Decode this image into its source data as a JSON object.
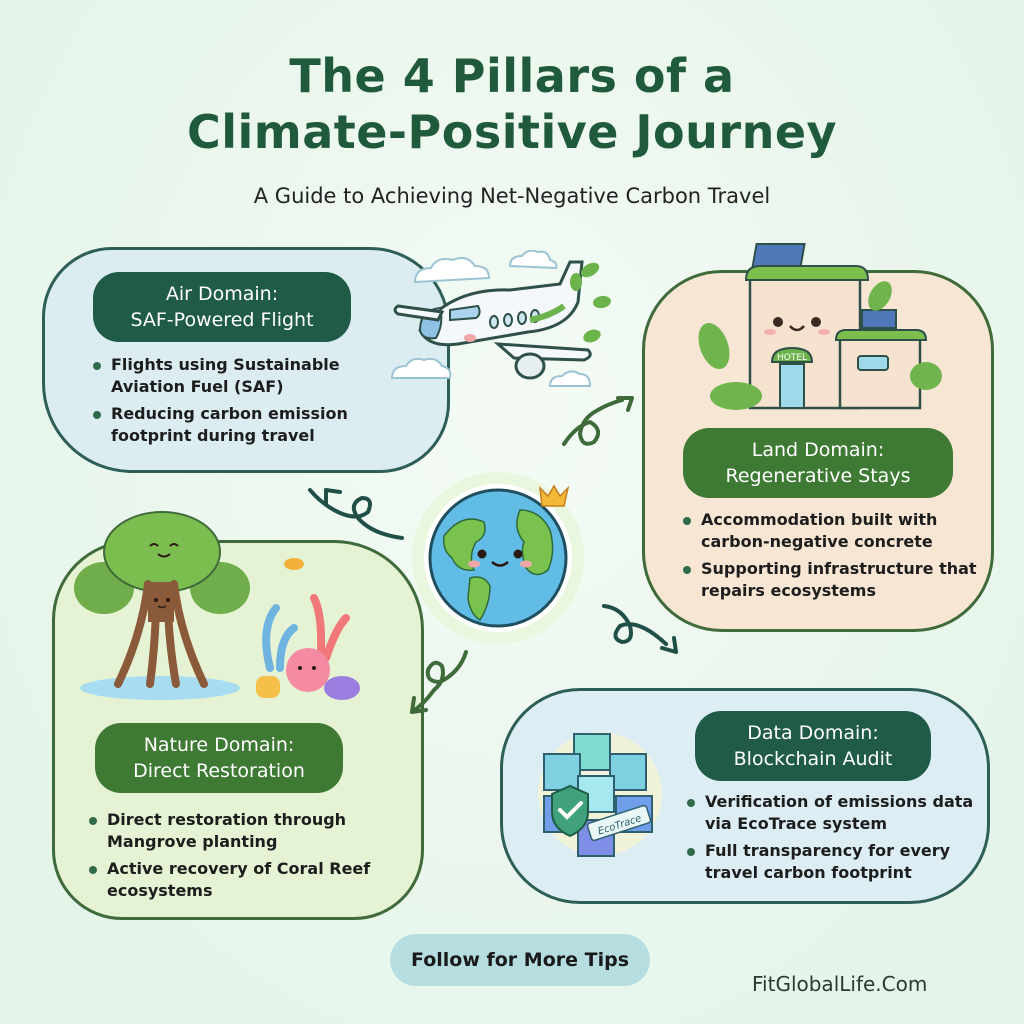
{
  "header": {
    "title_line1": "The 4 Pillars of a",
    "title_line2": "Climate-Positive Journey",
    "subtitle": "A Guide to Achieving Net-Negative Carbon Travel"
  },
  "center": {
    "icon": "smiling-earth-globe-with-crown"
  },
  "pillars": [
    {
      "id": "air",
      "title_line1": "Air Domain:",
      "title_line2": "SAF-Powered Flight",
      "bullets": [
        "Flights using Sustainable Aviation Fuel (SAF)",
        "Reducing carbon emission footprint during travel"
      ],
      "illustration": "airplane-with-leaves-and-clouds",
      "color": "#dcedf2"
    },
    {
      "id": "land",
      "title_line1": "Land Domain:",
      "title_line2": "Regenerative Stays",
      "bullets": [
        "Accommodation built with carbon-negative concrete",
        "Supporting infrastructure that repairs ecosystems"
      ],
      "illustration": "green-hotel-with-solar-panels",
      "sign_text": "HOTEL",
      "color": "#f7e6d4"
    },
    {
      "id": "nature",
      "title_line1": "Nature Domain:",
      "title_line2": "Direct Restoration",
      "bullets": [
        "Direct restoration through Mangrove planting",
        "Active recovery of Coral Reef ecosystems"
      ],
      "illustration": "mangrove-trees-and-coral-reef",
      "color": "#e5f2d4"
    },
    {
      "id": "data",
      "title_line1": "Data Domain:",
      "title_line2": "Blockchain Audit",
      "bullets": [
        "Verification of emissions data via EcoTrace system",
        "Full transparency for every travel carbon footprint"
      ],
      "illustration": "blockchain-cubes-with-shield",
      "badge_text": "EcoTrace",
      "color": "#dceef4"
    }
  ],
  "footer": {
    "cta_label": "Follow for More Tips",
    "brand": "FitGlobalLife.Com"
  },
  "colors": {
    "title": "#1f5a3c",
    "pill_teal": "#1f5b47",
    "pill_green": "#3f7a35",
    "cta_bg": "#b6dde0"
  }
}
